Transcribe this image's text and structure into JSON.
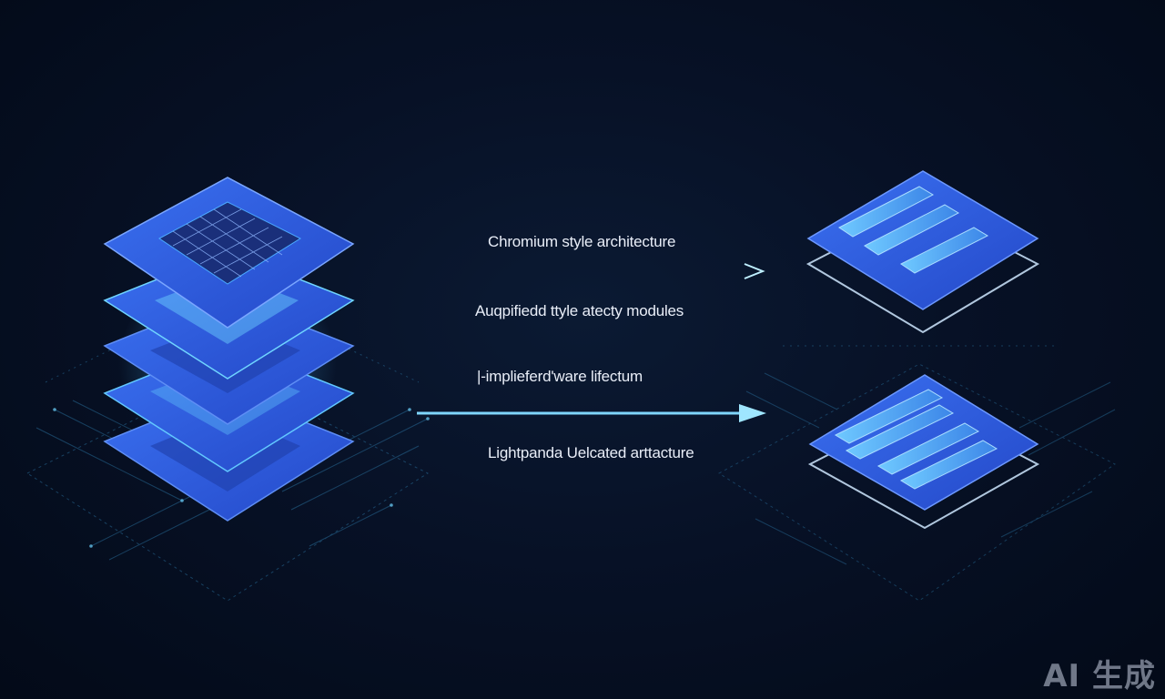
{
  "diagram": {
    "labels": [
      "Chromium style architecture",
      "Auqpifiedd ttyle atecty modules",
      "|-implieferd'ware lifectum",
      "Lightpanda Uelcated arttacture"
    ]
  },
  "watermark": "AI 生成",
  "colors": {
    "background": "#050d1e",
    "layer_blue": "#2f5fe0",
    "glow": "#3fb6ff",
    "arrow": "#8fd8ff",
    "grid_line": "#2f7fb0"
  },
  "icons": [
    "stacked-chip-icon",
    "module-board-icon",
    "right-arrow-icon"
  ]
}
